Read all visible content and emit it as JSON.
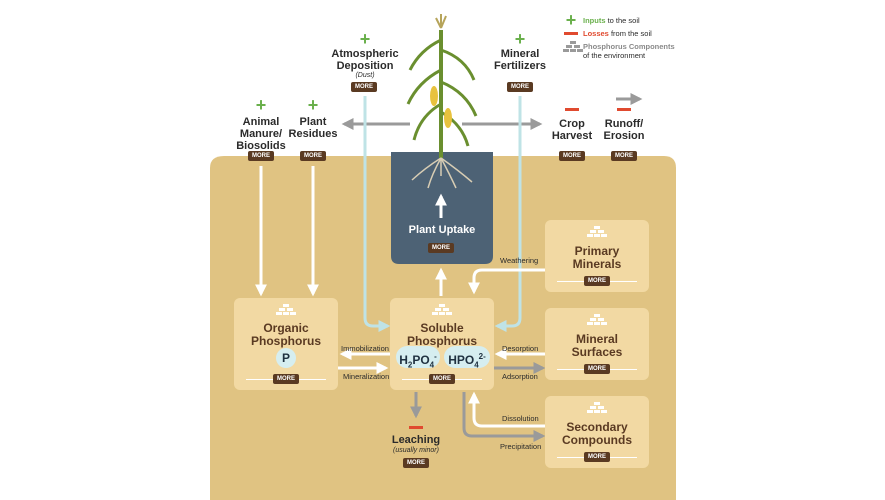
{
  "legend": {
    "inputs_key": "Inputs",
    "inputs_rest": " to the soil",
    "losses_key": "Losses",
    "losses_rest": " from the soil",
    "components_key": "Phosphorus Components",
    "components_rest": "of the environment"
  },
  "more_label": "MORE",
  "top": {
    "atmospheric": "Atmospheric\nDeposition",
    "atmospheric_sub": "(Dust)",
    "fertilizers": "Mineral\nFertilizers",
    "manure": "Animal\nManure/\nBiosolids",
    "residues": "Plant\nResidues",
    "harvest": "Crop\nHarvest",
    "runoff": "Runoff/\nErosion"
  },
  "boxes": {
    "plant_uptake": "Plant Uptake",
    "primary": "Primary\nMinerals",
    "surfaces": "Mineral\nSurfaces",
    "secondary": "Secondary\nCompounds",
    "organic": "Organic\nPhosphorus",
    "organic_symbol": "P",
    "soluble": "Soluble\nPhosphorus"
  },
  "flows": {
    "weathering": "Weathering",
    "immobilization": "Immobilization",
    "mineralization": "Mineralization",
    "desorption": "Desorption",
    "adsorption": "Adsorption",
    "dissolution": "Dissolution",
    "precipitation": "Precipitation"
  },
  "leaching": {
    "label": "Leaching",
    "sub": "(usually minor)"
  },
  "colors": {
    "soil": "#e0c382",
    "box": "#f2d9a3",
    "plant_uptake_box": "#4d6275",
    "accent_brown": "#5a3a22",
    "input_green": "#6ab04c",
    "loss_red": "#e04a2f",
    "water_blue": "#bfe3e6",
    "loss_arrow_gray": "#9a9a9a"
  }
}
